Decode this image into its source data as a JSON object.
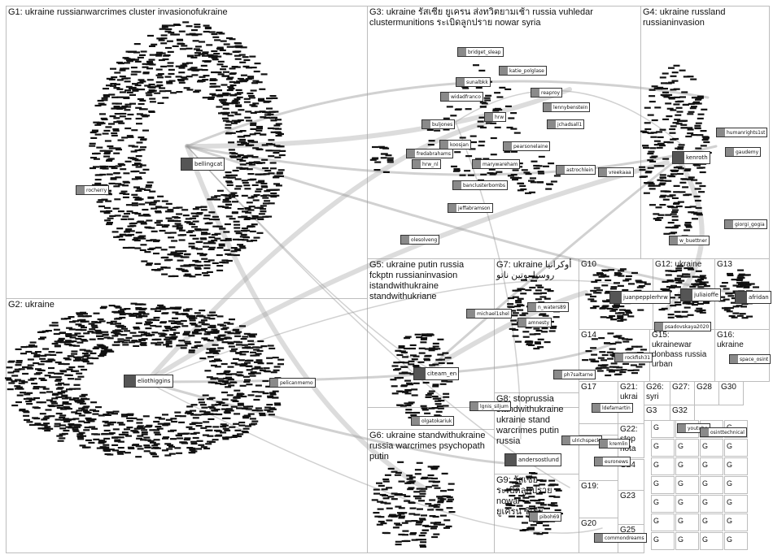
{
  "graph": {
    "colors": {
      "edge": "#9a9a9a",
      "node": "#111111",
      "border": "#bdbdbd",
      "background": "#ffffff"
    },
    "groups": [
      {
        "id": "G1",
        "label": "G1: ukraine russianwarcrimes cluster invasionofukraine"
      },
      {
        "id": "G2",
        "label": "G2: ukraine"
      },
      {
        "id": "G3",
        "label": "G3: ukraine รัสเซีย ยูเครน ส่งทวิตยามเช้า russia vuhledar\nclustermunitions ระเบิดลูกปราย nowar syria"
      },
      {
        "id": "G4",
        "label": "G4: ukraine russland\nrussianinvasion"
      },
      {
        "id": "G5",
        "label": "G5: ukraine putin russia\nfckptn russianinvasion\nistandwithukraine\nstandwithukriane"
      },
      {
        "id": "G6",
        "label": "G6: ukraine standwithukraine\nrussia warcrimes psychopath\nputin"
      },
      {
        "id": "G7",
        "label": "G7: ukraine أوكرانيا\nروسيا بوتين ناتو"
      },
      {
        "id": "G8",
        "label": "G8: stoprussia\nstandwithukraine\nukraine stand\nwarcrimes putin\nrussia"
      },
      {
        "id": "G9",
        "label": "G9: รัสเซีย\nระเบิดลูกปราย nowar\nยูเครน ซีเรีย"
      },
      {
        "id": "G10",
        "label": "G10"
      },
      {
        "id": "G12",
        "label": "G12: ukraine"
      },
      {
        "id": "G13",
        "label": "G13"
      },
      {
        "id": "G14",
        "label": "G14"
      },
      {
        "id": "G15",
        "label": "G15:\nukrainewar\ndonbass russia\nurban"
      },
      {
        "id": "G16",
        "label": "G16:\nukraine"
      },
      {
        "id": "G17",
        "label": "G17"
      },
      {
        "id": "G18",
        "label": "G18"
      },
      {
        "id": "G19",
        "label": "G19:"
      },
      {
        "id": "G20",
        "label": "G20"
      },
      {
        "id": "G21",
        "label": "G21:\nukrai"
      },
      {
        "id": "G22",
        "label": "G22:\nstop\nnota"
      },
      {
        "id": "G23",
        "label": "G23"
      },
      {
        "id": "G24",
        "label": "G24"
      },
      {
        "id": "G25",
        "label": "G25"
      },
      {
        "id": "G26",
        "label": "G26:\nsyri"
      },
      {
        "id": "G27",
        "label": "G27:"
      },
      {
        "id": "G28",
        "label": "G28"
      },
      {
        "id": "G30",
        "label": "G30"
      },
      {
        "id": "G31",
        "label": "G3"
      },
      {
        "id": "G32",
        "label": "G32"
      }
    ],
    "nodes": {
      "bellingcat": "bellingcat",
      "rocherry": "rocherry",
      "eliothiggins": "eliothiggins",
      "pelicanmemo": "pelicanmemo",
      "bridget_sleap": "bridget_sleap",
      "katie_polglase": "katie_polglase",
      "sunalbkk": "sunalbkk",
      "widadfranco": "widadfranco",
      "reaproy": "reaproy",
      "lennybenstein": "lennybenstein",
      "buljones": "buljones",
      "jchadsall1": "jchadsall1",
      "pearsonelaine": "pearsonelaine",
      "fredabrahams": "fredabrahams",
      "marywareham": "marywareham",
      "astrochlein": "astrochlein",
      "vreekaaa": "vreekaaa",
      "jeffabramson": "jeffabramson",
      "olesolveng": "olesolveng",
      "bancluster": "banclusterbombs",
      "kenroth": "kenroth",
      "humanrights1st": "humanrights1st",
      "gaudemy": "gaudemy",
      "giorgi_gogia": "giorgi_gogia",
      "w_buettner": "w_buettner",
      "citeam_en": "citeam_en",
      "michael1": "michael1shel",
      "n_waters89": "n_waters89",
      "amnesty": "amnesty",
      "ph7": "ph7saltarne",
      "lgnis": "lgnis_siljum",
      "olgatokariuk": "olgatokariuk",
      "andersostlund": "andersostlund",
      "ulrichspeck": "ulrichspeck",
      "piboh69": "piboh69",
      "juanpeppler": "juanpepplerhrw",
      "psadovskaya": "psadovskaya2020",
      "juliafoltz": "juliaioffe",
      "afridan": "afridan",
      "rockfish31": "rockfish31",
      "space_osint": "space_osint",
      "ldefamartin": "ldefamartin",
      "cominardreams": "commondreams",
      "youtube": "youtube",
      "osinttechnical": "osinttechnical",
      "kremlin": "kremlin",
      "euronews": "euronews",
      "hrw": "hrw",
      "koosjan": "koosjan",
      "hrw_nl": "hrw_nl"
    }
  }
}
